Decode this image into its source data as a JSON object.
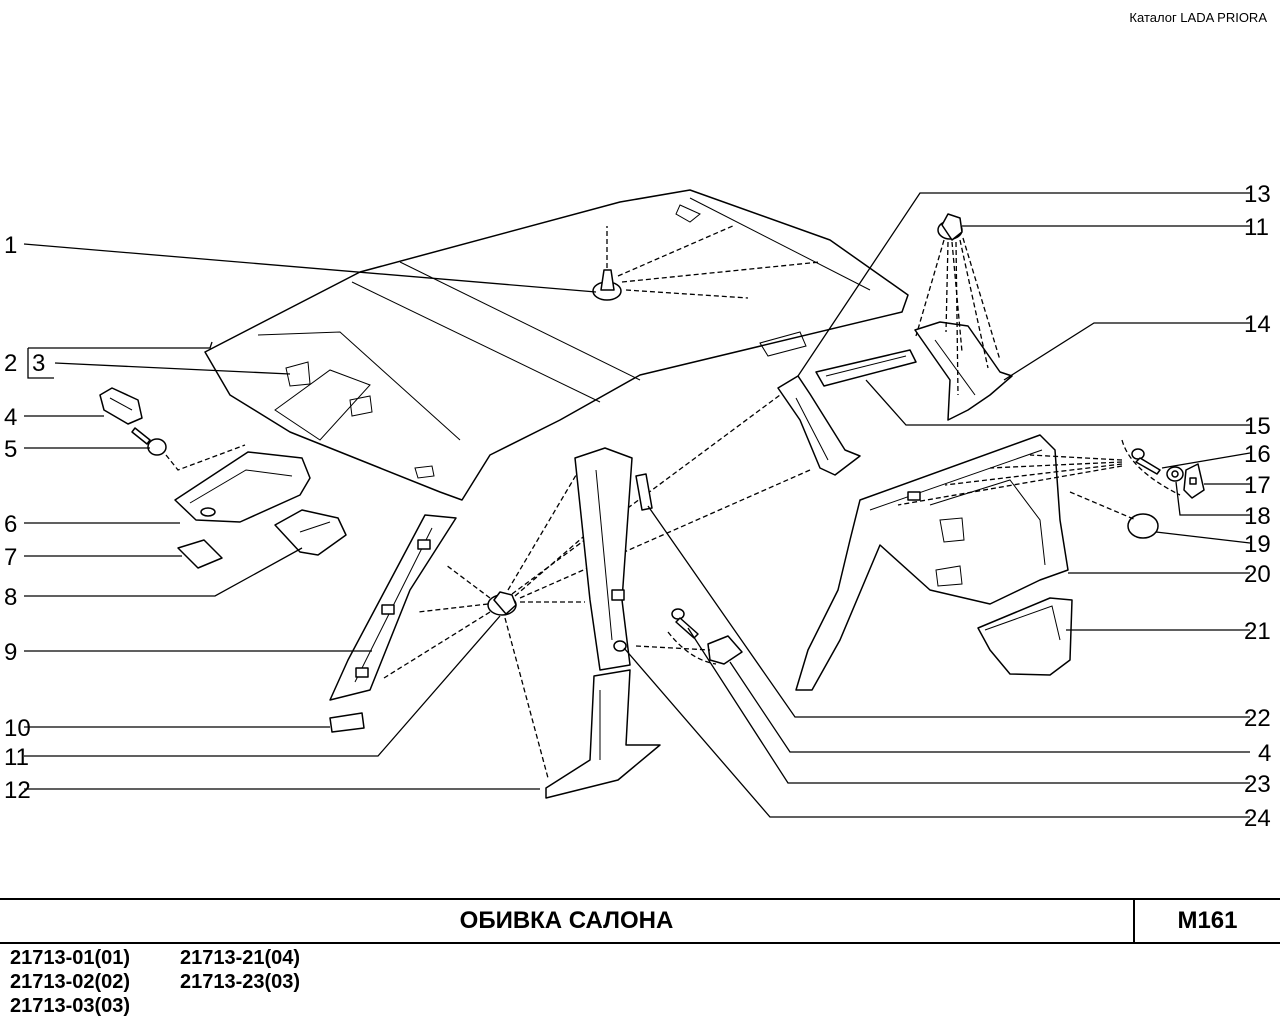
{
  "header": {
    "catalog": "Каталог  LADA  PRIORA"
  },
  "title_block": {
    "title": "ОБИВКА   САЛОНА",
    "code": "M161"
  },
  "models": {
    "col1": [
      "21713-01(01)",
      "21713-02(02)",
      "21713-03(03)"
    ],
    "col2": [
      "21713-21(04)",
      "21713-23(03)"
    ]
  },
  "callouts": {
    "left": [
      "1",
      "2",
      "3",
      "4",
      "5",
      "6",
      "7",
      "8",
      "9",
      "10",
      "11",
      "12"
    ],
    "right": [
      "13",
      "11",
      "14",
      "15",
      "16",
      "17",
      "18",
      "19",
      "20",
      "21",
      "22",
      "4",
      "23",
      "24"
    ]
  }
}
